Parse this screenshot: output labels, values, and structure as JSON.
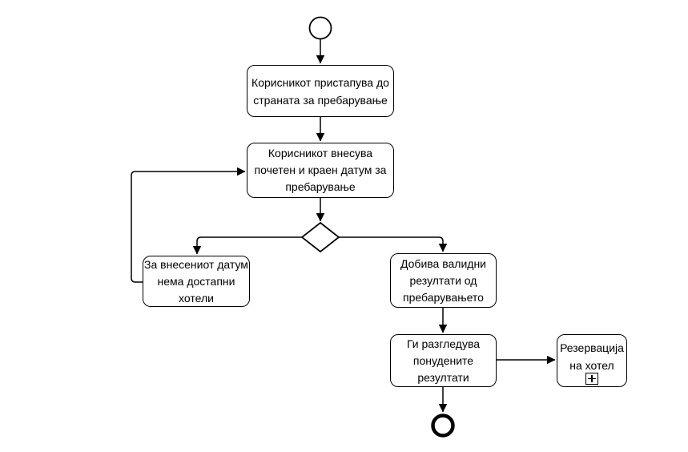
{
  "diagram": {
    "type": "bpmn-flowchart",
    "background_color": "#ffffff",
    "stroke_color": "#000000",
    "node_fill_color": "#ffffff",
    "nodes": {
      "start_event": {
        "icon": "start-event-circle"
      },
      "access_page": {
        "label": "Корисникот пристапува до страната за пребарување",
        "lines": [
          "Корисникот пристапува до",
          "страната за пребарување"
        ]
      },
      "enter_dates": {
        "label": "Корисникот внесува почетен и краен датум за пребарување",
        "lines": [
          "Корисникот внесува",
          "почетен и краен датум за",
          "пребарување"
        ]
      },
      "decision_gateway": {
        "icon": "decision-diamond"
      },
      "no_hotels": {
        "label": "За внесениот датум нема достапни хотели",
        "lines": [
          "За внесениот датум",
          "нема достапни",
          "хотели"
        ]
      },
      "valid_results": {
        "label": "Добива валидни резултати од пребарувањето",
        "lines": [
          "Добива валидни",
          "резултати од",
          "пребарувањето"
        ]
      },
      "review_results": {
        "label": "Ги разгледува понудените резултати",
        "lines": [
          "Ги разгледува",
          "понудените",
          "резултати"
        ]
      },
      "hotel_reservation": {
        "label": "Резервација на хотел",
        "lines": [
          "Резервација",
          "на хотел"
        ],
        "marker": "plus-subprocess"
      },
      "end_event": {
        "icon": "end-event-circle"
      }
    }
  }
}
